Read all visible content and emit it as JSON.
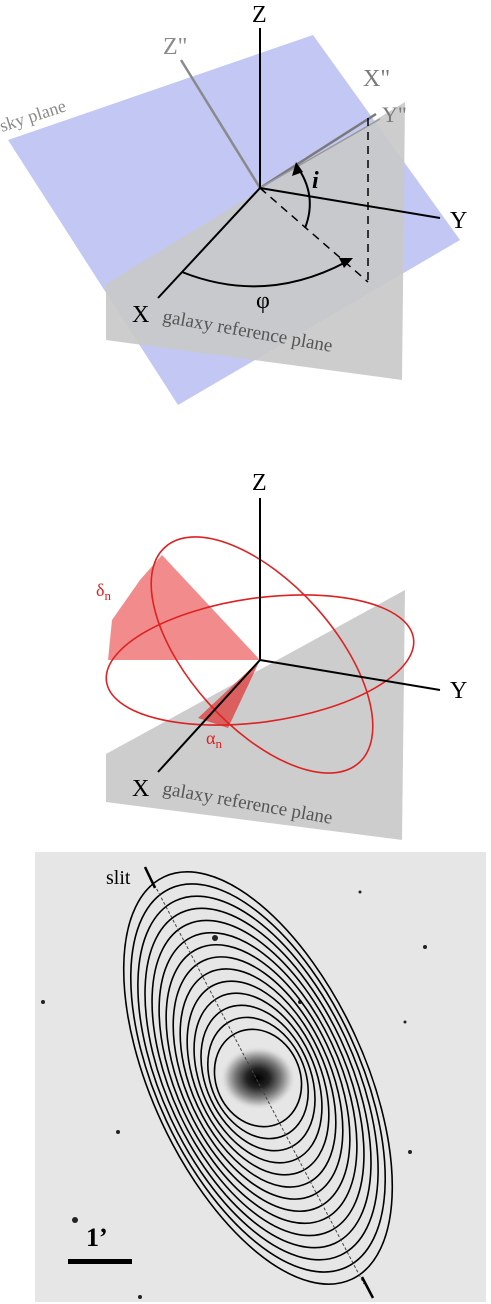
{
  "panel1": {
    "axis_z": "Z",
    "axis_y": "Y",
    "axis_x": "X",
    "axis_z2": "Z\"",
    "axis_x2": "X\"",
    "axis_y2": "Y\"",
    "sky_plane": "sky plane",
    "angle_i": "i",
    "angle_phi": "φ",
    "galaxy_plane": "galaxy reference plane"
  },
  "panel2": {
    "axis_z": "Z",
    "axis_y": "Y",
    "axis_x": "X",
    "delta": "δ",
    "delta_sub": "n",
    "alpha": "α",
    "alpha_sub": "n",
    "galaxy_plane": "galaxy reference plane"
  },
  "panel3": {
    "slit": "slit",
    "scale": "1’"
  },
  "colors": {
    "sky_plane": "#b8bdf2",
    "galaxy_plane": "#c9c9c9",
    "red": "#dd2222",
    "red_fill": "#f07878",
    "label_grey": "#8a8a8a"
  }
}
